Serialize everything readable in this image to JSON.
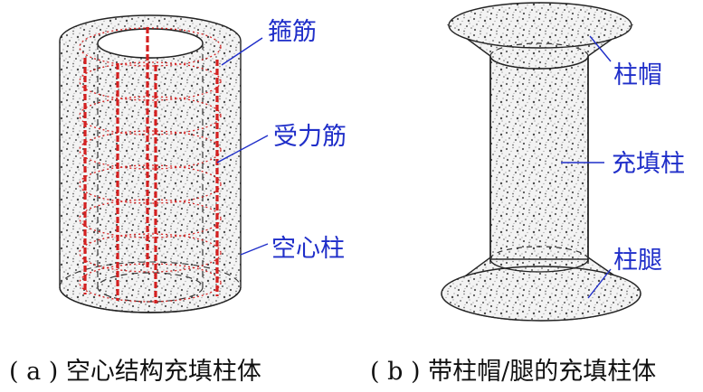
{
  "panel_a": {
    "labels": {
      "stirrup": "箍筋",
      "longitudinal": "受力筋",
      "hollow_column": "空心柱"
    },
    "caption": "( a ) 空心结构充填柱体"
  },
  "panel_b": {
    "labels": {
      "column_cap": "柱帽",
      "filling_column": "充填柱",
      "column_leg": "柱腿"
    },
    "caption": "( b ) 带柱帽/腿的充填柱体"
  },
  "colors": {
    "label_text": "#1f2ec9",
    "rebar": "#d42020",
    "concrete": "#f2f2f2",
    "speckle": "#555555"
  }
}
